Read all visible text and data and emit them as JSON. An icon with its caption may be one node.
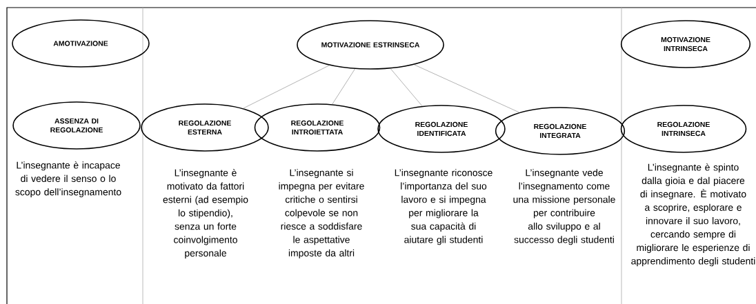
{
  "diagram": {
    "nodes": [
      {
        "text": [
          "AMOTIVAZIONE"
        ]
      },
      {
        "text": [
          "MOTIVAZIONE ESTRINSECA"
        ]
      },
      {
        "text": [
          "MOTIVAZIONE INTRINSECA"
        ]
      },
      {
        "text": [
          "ASSENZA DI REGOLAZIONE"
        ]
      },
      {
        "text": [
          "REGOLAZIONE ESTERNA"
        ]
      },
      {
        "text": [
          "REGOLAZIONE INTROIETTATA"
        ]
      },
      {
        "text": [
          "REGOLAZIONE IDENTIFICATA"
        ]
      },
      {
        "text": [
          "REGOLAZIONE INTEGRATA"
        ]
      },
      {
        "text": [
          "REGOLAZIONE INTRINSECA"
        ]
      }
    ],
    "edges": [
      {
        "from": 1,
        "to": 4,
        "arrow": "none"
      },
      {
        "from": 1,
        "to": 5,
        "arrow": "none"
      },
      {
        "from": 1,
        "to": 6,
        "arrow": "none"
      },
      {
        "from": 1,
        "to": 7,
        "arrow": "none"
      }
    ],
    "labels": [
      "L’insegnante è incapace di vedere il senso o lo scopo dell’insegnamento",
      "L’insegnante è motivato da fattori esterni (ad esempio lo stipendio), senza un forte coinvolgimento personale",
      "L’insegnante si impegna per evitare critiche o sentirsi colpevole se non riesce a soddisfare le aspettative imposte da altri",
      "L’insegnante riconosce l’importanza del suo lavoro e si impegna per migliorare la sua capacità di aiutare gli studenti",
      "L’insegnante vede l’insegnamento come una missione personale per contribuire allo sviluppo e al successo degli studenti",
      "L’insegnante è spinto dalla gioia e dal piacere di insegnare. È motivato a scoprire, esplorare e innovare il suo lavoro, cercando sempre di migliorare le esperienze di apprendimento degli studenti"
    ]
  }
}
